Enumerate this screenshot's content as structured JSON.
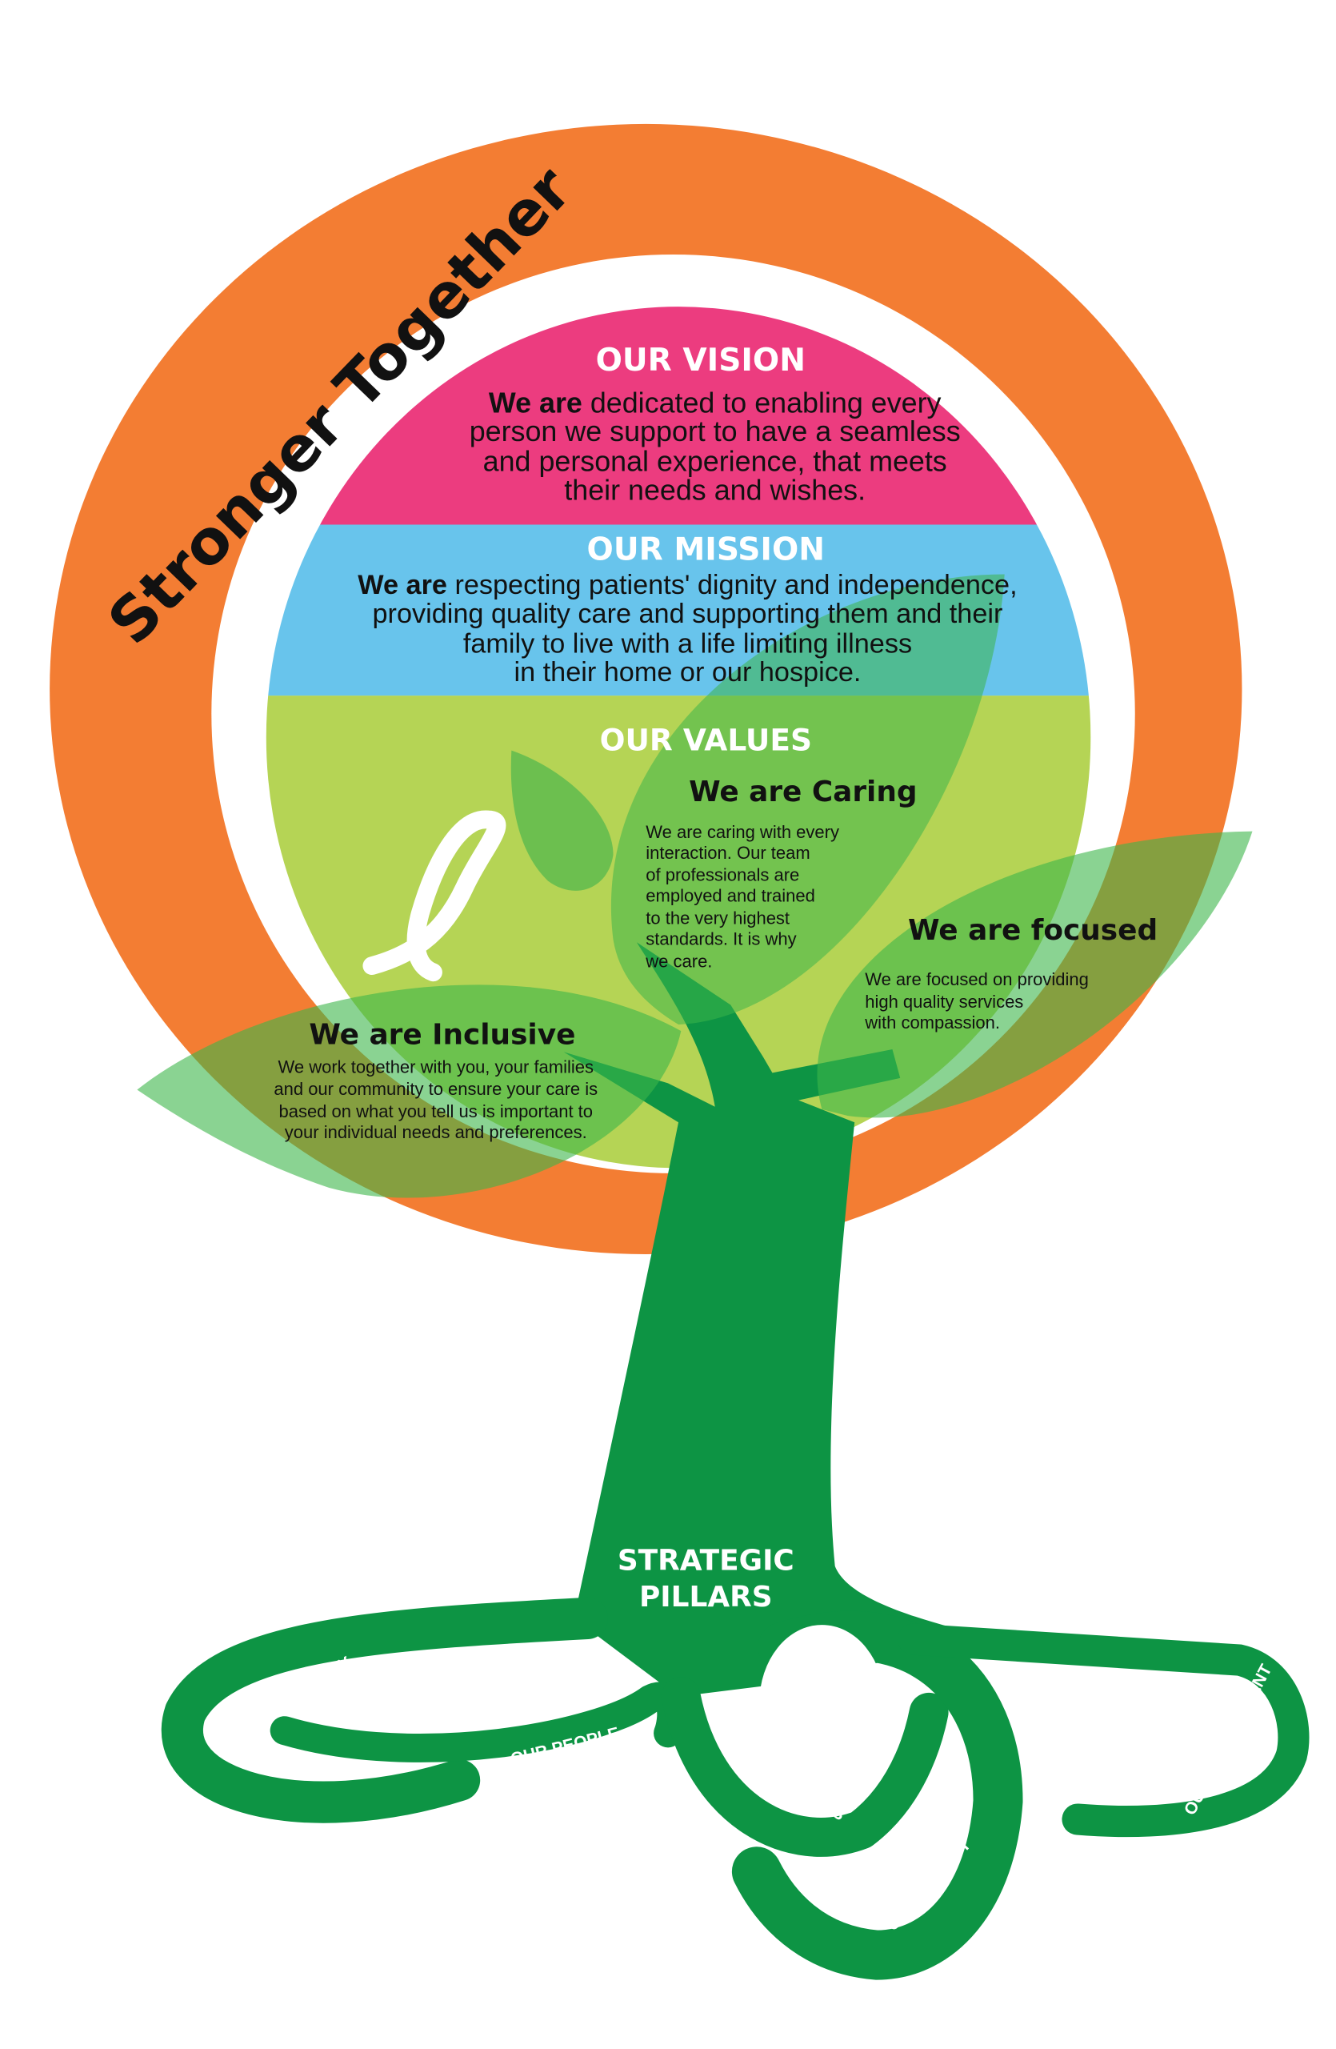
{
  "title": "Stronger Together",
  "colors": {
    "orange": "#f37d33",
    "pink": "#ec3c7f",
    "blue": "#68c4ec",
    "lime": "#b5d455",
    "trunk": "#0d9444",
    "leaf": "#3cb54a"
  },
  "vision": {
    "heading": "OUR VISION",
    "prefix": "We are",
    "lines": [
      " dedicated to enabling every",
      "person we support to have a seamless",
      "and personal experience, that meets",
      "their needs and wishes."
    ]
  },
  "mission": {
    "heading": "OUR MISSION",
    "prefix": "We are",
    "lines": [
      " respecting patients' dignity and independence,",
      "providing quality care and supporting them and their",
      "family to live with a life limiting illness",
      "in their home or our hospice."
    ]
  },
  "values": {
    "heading": "OUR VALUES",
    "caring": {
      "title": "We are Caring",
      "lines": [
        "We are caring with every",
        "interaction. Our team",
        "of professionals are",
        "employed and trained",
        "to the very highest",
        "standards. It is why",
        "we care."
      ]
    },
    "focused": {
      "title": "We are focused",
      "lines": [
        "We are focused on providing",
        "high quality services",
        "with compassion."
      ]
    },
    "inclusive": {
      "title": "We are Inclusive",
      "lines": [
        "We work together with you, your families",
        "and our community to ensure your care is",
        "based on what you tell us is important to",
        "your individual needs and preferences."
      ]
    }
  },
  "pillars": {
    "heading_lines": [
      "STRATEGIC",
      "PILLARS"
    ],
    "items": [
      "OUR COMMUNITY",
      "OUR PEOPLE",
      "OUR SERVICES",
      "OUR QUALITY",
      "OUR ENVIRONMENT"
    ]
  }
}
